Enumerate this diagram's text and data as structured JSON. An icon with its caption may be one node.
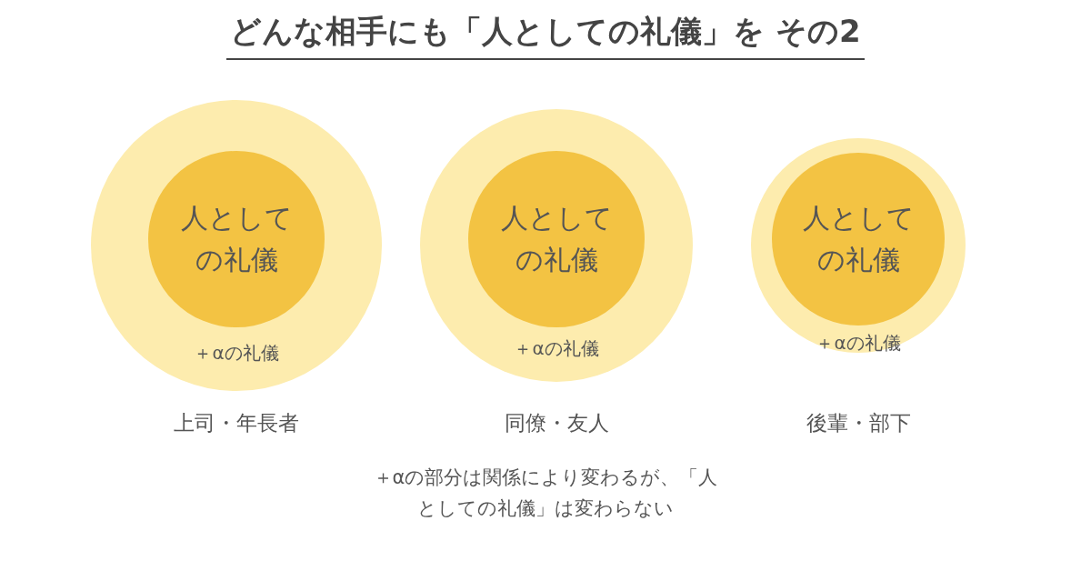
{
  "diagram": {
    "title": "どんな相手にも「人としての礼儀」を その2",
    "nodes": [
      {
        "text": [
          "＋αの礼儀"
        ],
        "beside": [
          "上司・年長者"
        ]
      },
      {
        "text": [
          "人としての礼儀"
        ],
        "in": 0
      },
      {
        "text": [
          "＋αの礼儀"
        ],
        "beside": [
          "同僚・友人"
        ]
      },
      {
        "text": [
          "人としての礼儀"
        ],
        "in": 2
      },
      {
        "text": [
          "＋αの礼儀"
        ],
        "beside": [
          "後輩・部下"
        ]
      },
      {
        "text": [
          "人としての礼儀"
        ],
        "in": 4
      }
    ],
    "edges": [],
    "caption": "＋αの部分は関係により変わるが、「人としての礼儀」は変わらない"
  }
}
